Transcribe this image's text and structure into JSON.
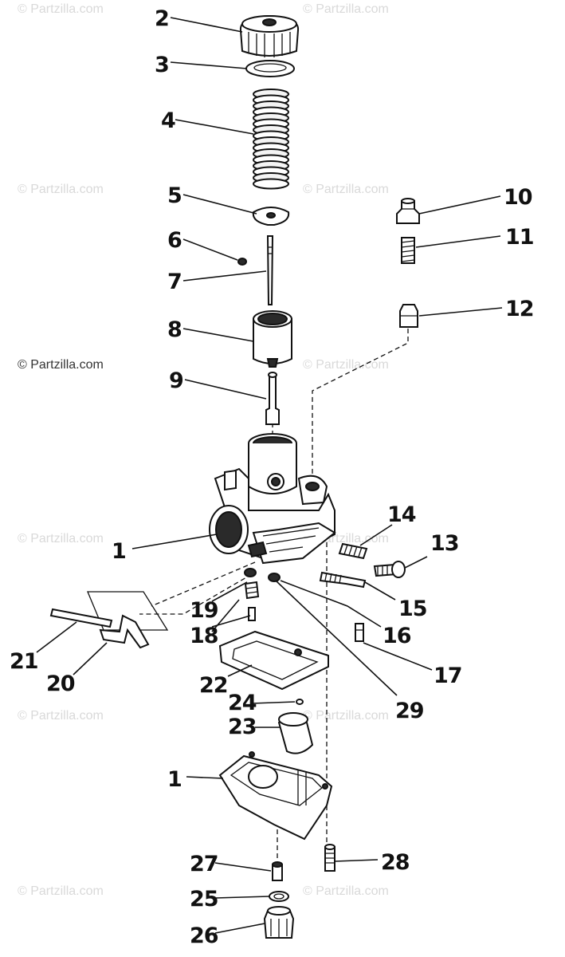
{
  "watermark": "© Partzilla.com",
  "callouts": {
    "c1_top": "1",
    "c1_bottom": "1",
    "c2": "2",
    "c3": "3",
    "c4": "4",
    "c5": "5",
    "c6": "6",
    "c7": "7",
    "c8": "8",
    "c9": "9",
    "c10": "10",
    "c11": "11",
    "c12": "12",
    "c13": "13",
    "c14": "14",
    "c15": "15",
    "c16": "16",
    "c17": "17",
    "c18": "18",
    "c19": "19",
    "c20": "20",
    "c21": "21",
    "c22": "22",
    "c23": "23",
    "c24": "24",
    "c25": "25",
    "c26": "26",
    "c27": "27",
    "c28": "28",
    "c29": "29"
  }
}
